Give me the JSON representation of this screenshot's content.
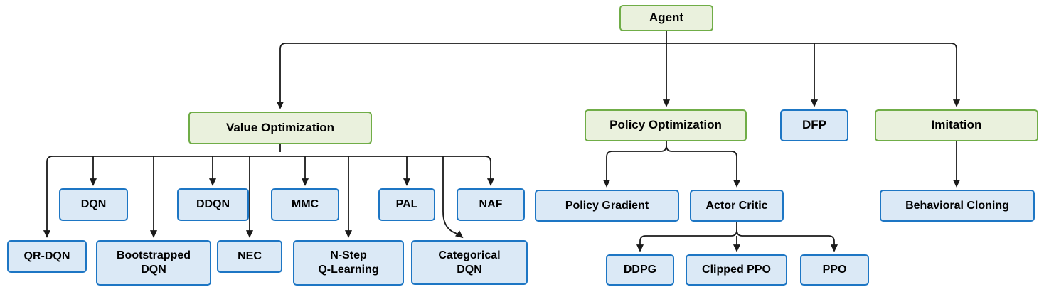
{
  "theme": {
    "background": "#ffffff",
    "green_fill": "#eaf1dd",
    "green_border": "#70ad47",
    "blue_fill": "#dbe9f6",
    "blue_border": "#1d76c4",
    "line_color": "#1a1a1a",
    "text_color": "#000000"
  },
  "nodes": {
    "agent": {
      "label": "Agent",
      "type": "green"
    },
    "value_optimization": {
      "label": "Value Optimization",
      "type": "green"
    },
    "policy_optimization": {
      "label": "Policy Optimization",
      "type": "green"
    },
    "dfp": {
      "label": "DFP",
      "type": "blue"
    },
    "imitation": {
      "label": "Imitation",
      "type": "green"
    },
    "dqn": {
      "label": "DQN",
      "type": "blue"
    },
    "ddqn": {
      "label": "DDQN",
      "type": "blue"
    },
    "mmc": {
      "label": "MMC",
      "type": "blue"
    },
    "pal": {
      "label": "PAL",
      "type": "blue"
    },
    "naf": {
      "label": "NAF",
      "type": "blue"
    },
    "qr_dqn": {
      "label": "QR-DQN",
      "type": "blue"
    },
    "bootstrapped_dqn": {
      "label": "Bootstrapped\nDQN",
      "type": "blue"
    },
    "nec": {
      "label": "NEC",
      "type": "blue"
    },
    "n_step_q_learning": {
      "label": "N-Step\nQ-Learning",
      "type": "blue"
    },
    "categorical_dqn": {
      "label": "Categorical\nDQN",
      "type": "blue"
    },
    "policy_gradient": {
      "label": "Policy Gradient",
      "type": "blue"
    },
    "actor_critic": {
      "label": "Actor Critic",
      "type": "blue"
    },
    "behavioral_cloning": {
      "label": "Behavioral Cloning",
      "type": "blue"
    },
    "ddpg": {
      "label": "DDPG",
      "type": "blue"
    },
    "clipped_ppo": {
      "label": "Clipped PPO",
      "type": "blue"
    },
    "ppo": {
      "label": "PPO",
      "type": "blue"
    }
  },
  "edges": [
    {
      "from": "agent",
      "to": "value_optimization"
    },
    {
      "from": "agent",
      "to": "policy_optimization"
    },
    {
      "from": "agent",
      "to": "dfp"
    },
    {
      "from": "agent",
      "to": "imitation"
    },
    {
      "from": "value_optimization",
      "to": "qr_dqn"
    },
    {
      "from": "value_optimization",
      "to": "dqn"
    },
    {
      "from": "value_optimization",
      "to": "bootstrapped_dqn"
    },
    {
      "from": "value_optimization",
      "to": "ddqn"
    },
    {
      "from": "value_optimization",
      "to": "nec"
    },
    {
      "from": "value_optimization",
      "to": "mmc"
    },
    {
      "from": "value_optimization",
      "to": "n_step_q_learning"
    },
    {
      "from": "value_optimization",
      "to": "pal"
    },
    {
      "from": "value_optimization",
      "to": "categorical_dqn"
    },
    {
      "from": "value_optimization",
      "to": "naf"
    },
    {
      "from": "policy_optimization",
      "to": "policy_gradient"
    },
    {
      "from": "policy_optimization",
      "to": "actor_critic"
    },
    {
      "from": "actor_critic",
      "to": "ddpg"
    },
    {
      "from": "actor_critic",
      "to": "clipped_ppo"
    },
    {
      "from": "actor_critic",
      "to": "ppo"
    },
    {
      "from": "imitation",
      "to": "behavioral_cloning"
    }
  ]
}
